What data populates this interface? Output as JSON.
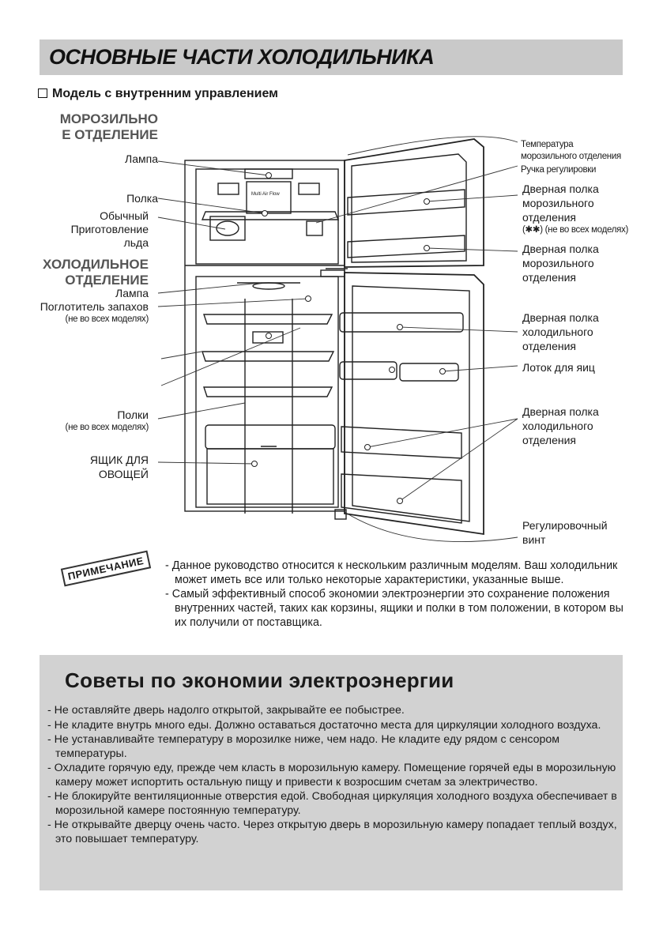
{
  "header": {
    "title": "ОСНОВНЫЕ ЧАСТИ ХОЛОДИЛЬНИКА"
  },
  "subtitle": "Модель с внутренним управлением",
  "diagram": {
    "freezer_section": "МОРОЗИЛЬНО\nЕ ОТДЕЛЕНИЕ",
    "fridge_section": "ХОЛОДИЛЬНОЕ\nОТДЕЛЕНИЕ",
    "left_labels": {
      "lamp_freezer": "Лампа",
      "shelf": "Полка",
      "ice_maker": "Обычный\nПриготовление\nльда",
      "lamp_fridge": "Лампа",
      "odor_absorber": "Поглотитель запахов",
      "odor_note": "(не во всех моделях)",
      "shelves": "Полки",
      "shelves_note": "(не во всех моделях)",
      "crisper": "ЯЩИК ДЛЯ\nОВОЩЕЙ"
    },
    "right_labels": {
      "freezer_temp": "Температура\nморозильного отделения",
      "control_knob": "Ручка регулировки",
      "freezer_door_shelf_1": "Дверная полка\nморозильного\nотделения",
      "freezer_door_shelf_1_note": "(✱✱) (не во всех моделях)",
      "freezer_door_shelf_2": "Дверная полка\nморозильного\nотделения",
      "fridge_door_shelf_1": "Дверная полка\nхолодильного\nотделения",
      "egg_tray": "Лоток для яиц",
      "fridge_door_shelf_2": "Дверная полка\nхолодильного\nотделения",
      "leveling_screw": "Регулировочный\nвинт"
    },
    "inner_text": "Multi Air Flow"
  },
  "note": {
    "stamp": "ПРИМЕЧАНИЕ",
    "items": [
      "- Данное руководство относится к нескольким различным моделям. Ваш холодильник может иметь все или только некоторые характеристики, указанные выше.",
      "- Самый эффективный способ экономии электроэнергии это сохранение положения внутренних частей, таких как корзины, ящики и полки в том положении, в котором вы их получили от поставщика."
    ]
  },
  "tips": {
    "title": "Советы по экономии электроэнергии",
    "items": [
      "- Не оставляйте дверь надолго открытой, закрывайте ее побыстрее.",
      "- Не кладите внутрь много еды. Должно оставаться достаточно места для циркуляции холодного воздуха.",
      "- Не устанавливайте температуру в морозилке ниже, чем надо. Не кладите еду рядом с сенсором температуры.",
      "- Охладите горячую еду, прежде чем класть в морозильную камеру. Помещение горячей еды в морозильную камеру может испортить остальную пищу и привести к возросшим счетам за электричество.",
      "- Не блокируйте вентиляционные отверстия едой. Свободная циркуляция холодного воздуха обеспечивает в морозильной камере постоянную температуру.",
      "- Не открывайте дверцу очень часто. Через открытую дверь в морозильную камеру попадает теплый воздух, это повышает температуру."
    ]
  }
}
